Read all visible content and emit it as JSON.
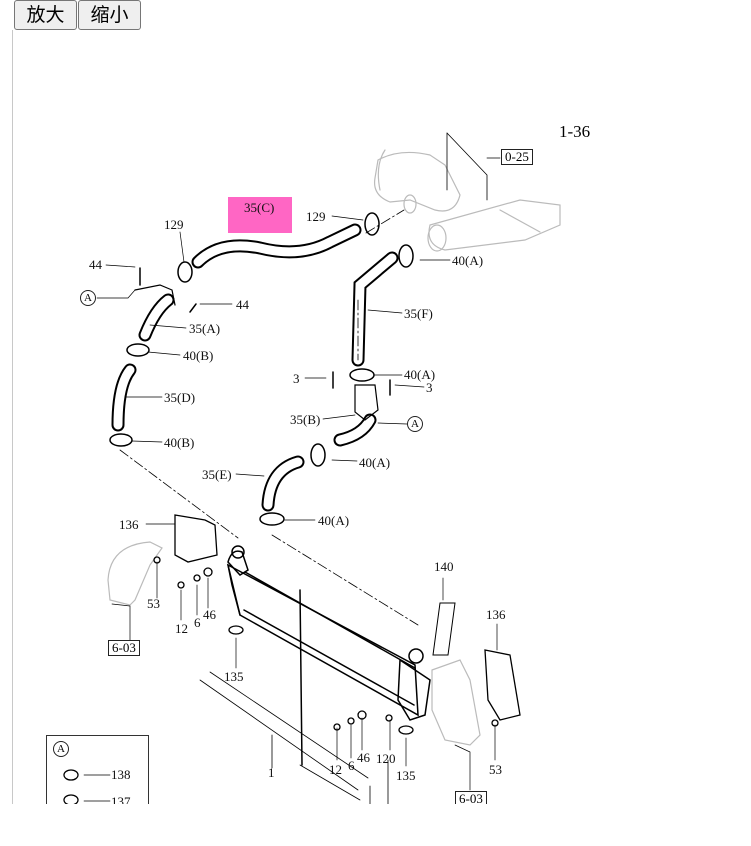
{
  "toolbar": {
    "zoom_in": "放大",
    "zoom_out": "缩小"
  },
  "page_number": "1-36",
  "labels": {
    "l35c": "35(C)",
    "l129a": "129",
    "l129b": "129",
    "l44a": "44",
    "l44b": "44",
    "l35a": "35(A)",
    "l40b1": "40(B)",
    "l35d": "35(D)",
    "l40b2": "40(B)",
    "l35f": "35(F)",
    "l40a1": "40(A)",
    "l40a2": "40(A)",
    "l3a": "3",
    "l3b": "3",
    "l35b": "35(B)",
    "l40a3": "40(A)",
    "l35e": "35(E)",
    "l40a4": "40(A)",
    "l136a": "136",
    "l53a": "53",
    "l12a": "12",
    "l6a": "6",
    "l46a": "46",
    "l135a": "135",
    "l1": "1",
    "l140": "140",
    "l136b": "136",
    "l12b": "12",
    "l6b": "6",
    "l46b": "46",
    "l120": "120",
    "l135b": "135",
    "l53b": "53",
    "l138": "138",
    "l137": "137"
  },
  "refs": {
    "r025": "0-25",
    "r603a": "6-03",
    "r603b": "6-03"
  },
  "circled": {
    "ca1": "A",
    "ca2": "A",
    "ca3": "A"
  }
}
